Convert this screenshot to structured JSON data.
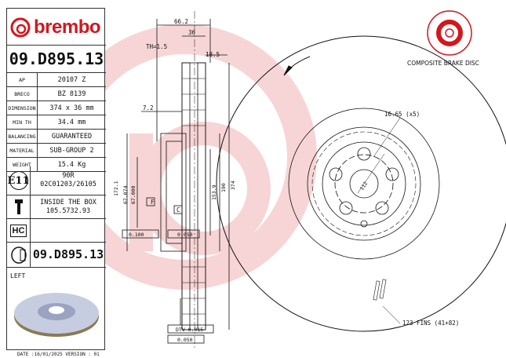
{
  "brand": {
    "name": "brembo",
    "color": "#d4161d"
  },
  "part_number": "09.D895.13",
  "specs": [
    {
      "key": "AP",
      "value": "20107 Z"
    },
    {
      "key": "BRECO",
      "value": "BZ 8139"
    },
    {
      "key": "DIMENSION",
      "value": "374 x 36 mm"
    },
    {
      "key": "MIN TH",
      "value": "34.4 mm"
    },
    {
      "key": "BALANCING",
      "value": "GUARANTEED"
    },
    {
      "key": "MATERIAL",
      "value": "SUB-GROUP 2"
    },
    {
      "key": "WEIGHT",
      "value": "15.4 Kg"
    }
  ],
  "e11": {
    "icon_label": "E11",
    "line1": "90R",
    "line2": "02C01203/26105"
  },
  "box": {
    "icon": "screw-icon",
    "line1": "INSIDE THE BOX",
    "line2": "105.5732.93"
  },
  "hc": {
    "icon_label": "HC"
  },
  "pn_row": {
    "icon": "disc-side-icon",
    "value": "09.D895.13"
  },
  "side": "LEFT",
  "footer": "DATE :16/01/2025 VERSION : 01",
  "composite_label": "COMPOSITE BRAKE DISC",
  "dims": {
    "overall_width": "66.2",
    "width_36": "36",
    "th": "TH=1.5",
    "d185": "18.5",
    "d72": "7.2",
    "d172": "172.1",
    "d67a": "67.074",
    "d67b": "67.000",
    "d1539": "153.9",
    "d190": "190",
    "d374": "374",
    "bolt": "16.65 (x5)",
    "pcd": "112",
    "fins": "123 FINS (41+82)",
    "f": "F",
    "c": "C",
    "tol1": "0.100",
    "tol2": "0.050",
    "dtv": "DTV 0.015",
    "tol3": "0.050"
  }
}
